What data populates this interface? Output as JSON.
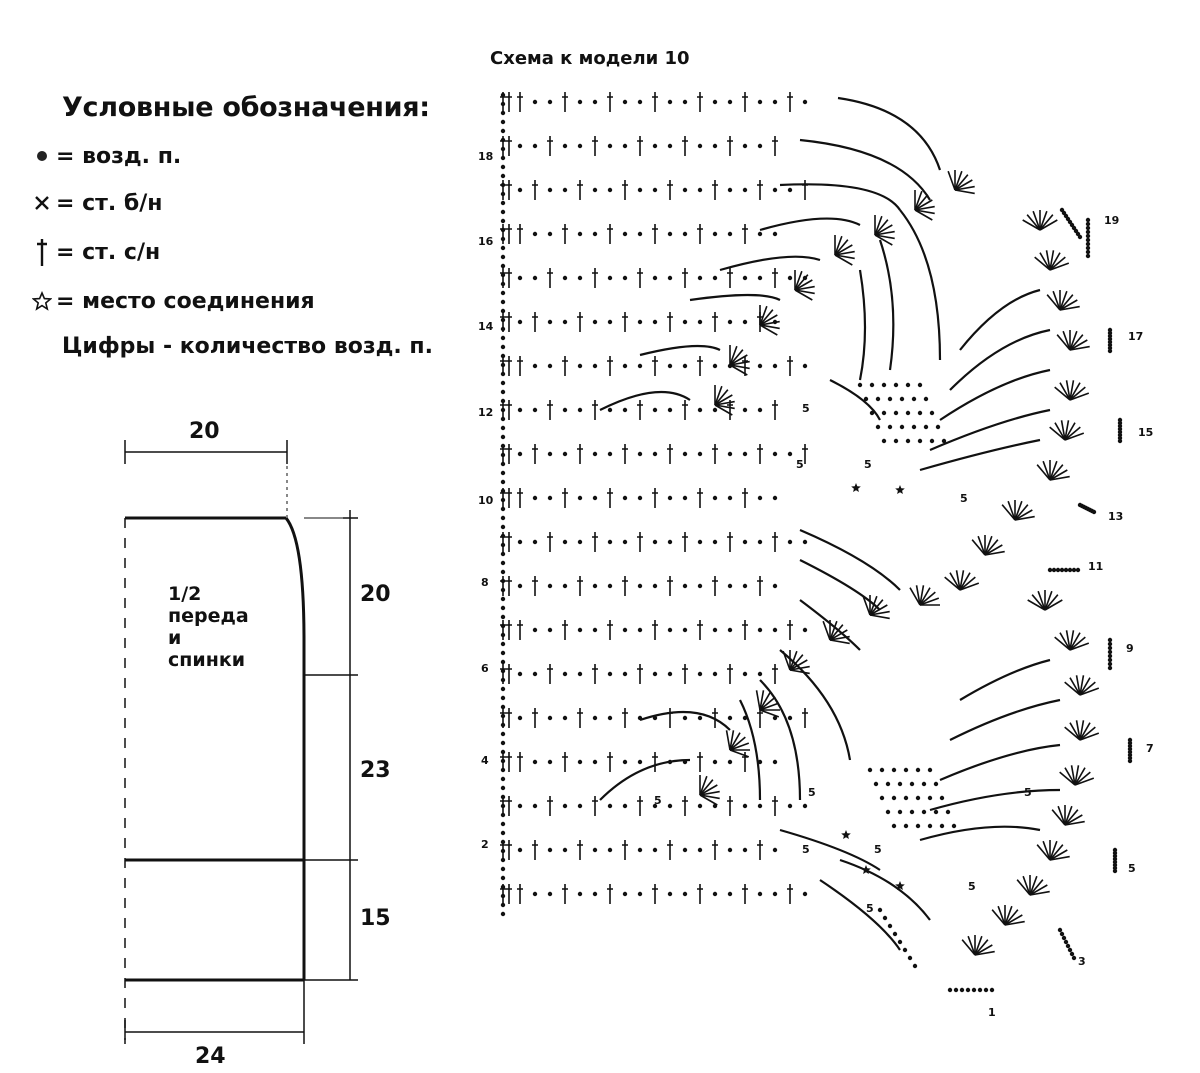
{
  "legend": {
    "title": "Условные обозначения:",
    "items": [
      {
        "icon": "dot-icon",
        "text": "= возд. п."
      },
      {
        "icon": "cross-icon",
        "text": "=  ст. б/н"
      },
      {
        "icon": "dagger-icon",
        "text": "= ст. с/н"
      },
      {
        "icon": "star-icon",
        "text": "= место соединения"
      }
    ],
    "note": "Цифры - количество возд. п."
  },
  "pattern": {
    "dims": {
      "top": "20",
      "right_upper": "20",
      "right_middle": "23",
      "right_lower": "15",
      "bottom": "24"
    },
    "label": [
      "1/2",
      "переда",
      "и",
      "спинки"
    ]
  },
  "scheme": {
    "title": "Схема к модели 10",
    "left_rows": [
      "18",
      "16",
      "14",
      "12",
      "10",
      "8",
      "6",
      "4",
      "2"
    ],
    "right_rows": [
      "19",
      "17",
      "15",
      "13",
      "11",
      "9",
      "7",
      "5",
      "3",
      "1"
    ],
    "chain_count": "5"
  }
}
